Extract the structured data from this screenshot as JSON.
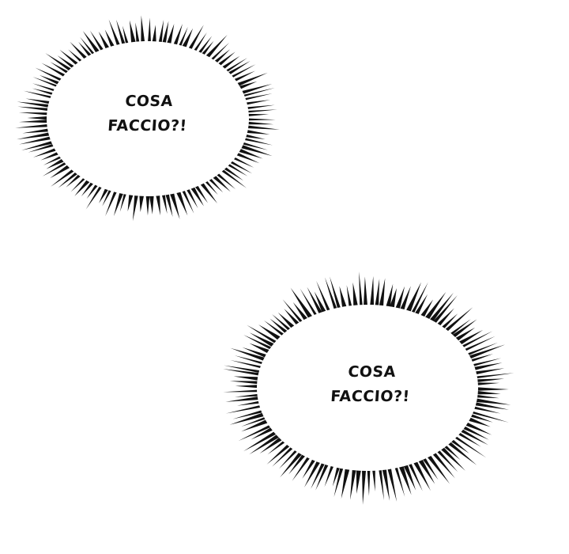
{
  "bubbles": [
    {
      "line1": "COSA",
      "line2": "FACCIO?!"
    },
    {
      "line1": "COSA",
      "line2": "FACCIO?!"
    }
  ],
  "colors": {
    "ink": "#111111",
    "background": "#ffffff"
  }
}
